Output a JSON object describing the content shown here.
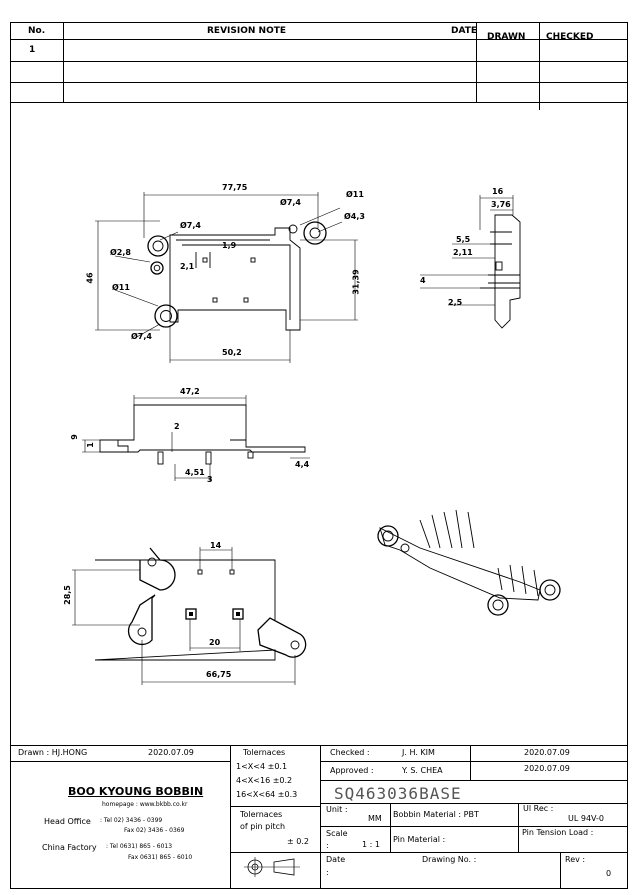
{
  "revision": {
    "headers": {
      "no": "No.",
      "note": "REVISION NOTE",
      "date": "DATE",
      "drawn": "DRAWN",
      "checked": "CHECKED"
    },
    "rows": [
      {
        "no": "1",
        "note": "",
        "date": ""
      }
    ]
  },
  "views": {
    "top": {
      "d_width": "77,75",
      "d_hole1": "Ø11",
      "d_hole2": "Ø7,4",
      "d_hole3": "Ø4,3",
      "d_hole4": "Ø7,4",
      "d_hole5": "Ø2,8",
      "d_step": "1,9",
      "d_step2": "2,1",
      "d_height": "46",
      "d_inner": "31,39",
      "d_hole6": "Ø11",
      "d_hole7": "Ø7,4",
      "d_bottom": "50,2"
    },
    "side": {
      "d_w": "16",
      "d_w2": "3,76",
      "d_a": "5,5",
      "d_b": "2,11",
      "d_c": "4",
      "d_d": "2,5"
    },
    "front": {
      "d_width": "47,2",
      "d_h": "9",
      "d_h2": "1",
      "d_t": "2",
      "d_pin": "4,51",
      "d_pin2": "3",
      "d_right": "4,4"
    },
    "pcb": {
      "d_pins": "14",
      "d_height": "28,5",
      "d_pad": "20",
      "d_total": "66,75"
    }
  },
  "title_block": {
    "drawn_label": "Drawn : HJ.HONG",
    "drawn_date": "2020.07.09",
    "company": "BOO KYOUNG BOBBIN",
    "homepage": "homepage : www.bkbb.co.kr",
    "head_office_label": "Head Office",
    "head_tel": ":  Tel   02) 3436 - 0399",
    "head_fax": "Fax   02) 3436 - 0369",
    "china_label": "China Factory",
    "china_tel": ":  Tel   0631) 865 - 6013",
    "china_fax": "Fax   0631) 865 - 6010",
    "tol_title": "Tolernaces",
    "tol1": "1<X<4    ±0.1",
    "tol2": "4<X<16  ±0.2",
    "tol3": "16<X<64 ±0.3",
    "tol_pitch_title": "Tolernaces",
    "tol_pitch_sub": "of pin pitch",
    "tol_pitch_val": "± 0.2",
    "checked_label": "Checked :",
    "checked_name": "J. H. KIM",
    "checked_date": "2020.07.09",
    "approved_label": "Approved :",
    "approved_name": "Y. S. CHEA",
    "approved_date": "2020.07.09",
    "part_no": "SQ463036BASE",
    "unit_label": "Unit :",
    "unit_val": "MM",
    "bobbin_mat": "Bobbin Material :  PBT",
    "ul_label": "Ul Rec :",
    "ul_val": "UL 94V-0",
    "scale_label": "Scale",
    "scale_colon": ":",
    "scale_val": "1 : 1",
    "pin_mat": "Pin Material :",
    "pin_tension": "Pin Tension Load :",
    "date_label": "Date",
    "date_colon": ":",
    "drawing_no": "Drawing No.  :",
    "rev_label": "Rev :",
    "rev_val": "0"
  }
}
